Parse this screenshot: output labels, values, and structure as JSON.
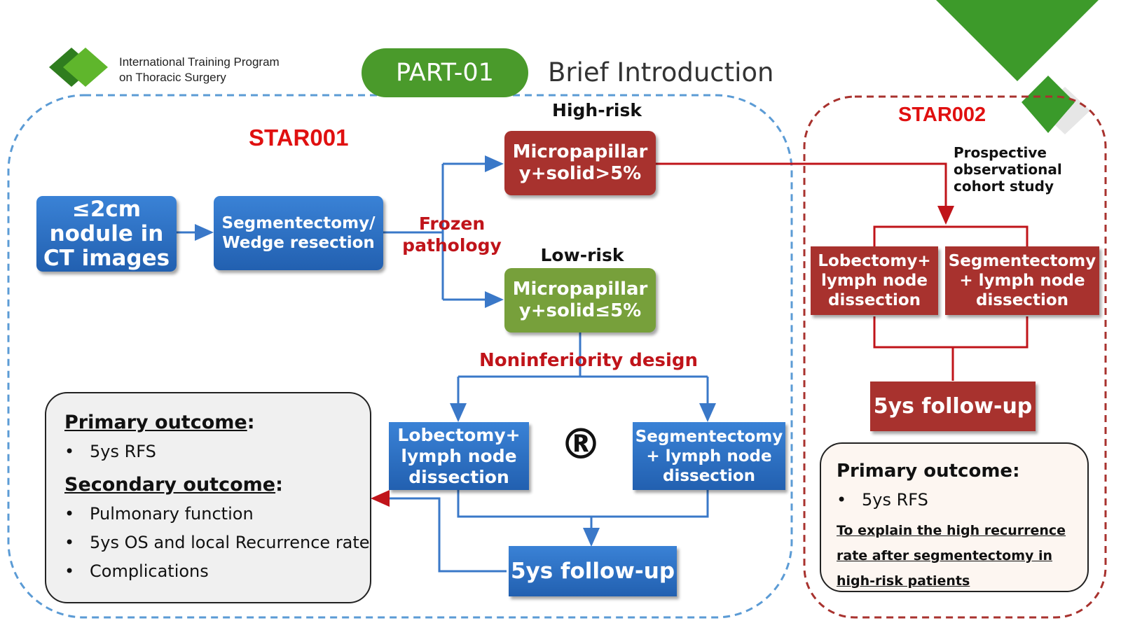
{
  "header": {
    "program_line1": "International Training Program",
    "program_line2": "on Thoracic Surgery",
    "part_label": "PART-01",
    "title": "Brief Introduction"
  },
  "star001": {
    "title": "STAR001",
    "nodule_box": [
      "≤2cm",
      "nodule in",
      "CT images"
    ],
    "surgery_box": [
      "Segmentectomy/",
      "Wedge resection"
    ],
    "frozen_label": [
      "Frozen",
      "pathology"
    ],
    "high_risk_label": "High-risk",
    "high_risk_box": [
      "Micropapillar",
      "y+solid>5%"
    ],
    "low_risk_label": "Low-risk",
    "low_risk_box": [
      "Micropapillar",
      "y+solid≤5%"
    ],
    "design_label": "Noninferiority design",
    "lobectomy_box": [
      "Lobectomy+",
      "lymph node",
      "dissection"
    ],
    "randomize_symbol": "®",
    "segmentectomy_box": [
      "Segmentectomy",
      "+ lymph node",
      "dissection"
    ],
    "followup_box": "5ys follow-up",
    "outcomes": {
      "primary_heading": "Primary outcome",
      "primary_items": [
        "5ys RFS"
      ],
      "secondary_heading": "Secondary outcome",
      "secondary_items": [
        "Pulmonary function",
        "5ys OS and local Recurrence rate",
        "Complications"
      ]
    }
  },
  "star002": {
    "title": "STAR002",
    "cohort_label": [
      "Prospective",
      "observational",
      "cohort study"
    ],
    "lobectomy_box": [
      "Lobectomy+",
      "lymph node",
      "dissection"
    ],
    "segmentectomy_box": [
      "Segmentectomy",
      "+ lymph node",
      "dissection"
    ],
    "followup_box": "5ys follow-up",
    "outcomes": {
      "primary_heading": "Primary outcome",
      "primary_items": [
        "5ys RFS"
      ],
      "aim_lines": [
        "To explain the high recurrence",
        "rate after segmentectomy in",
        "high-risk patients"
      ]
    }
  },
  "colors": {
    "blue": "#2a6fc4",
    "dark_red": "#a8322e",
    "green": "#77a03b",
    "accent_red": "#e01010",
    "pill_green": "#4a9a2b"
  }
}
